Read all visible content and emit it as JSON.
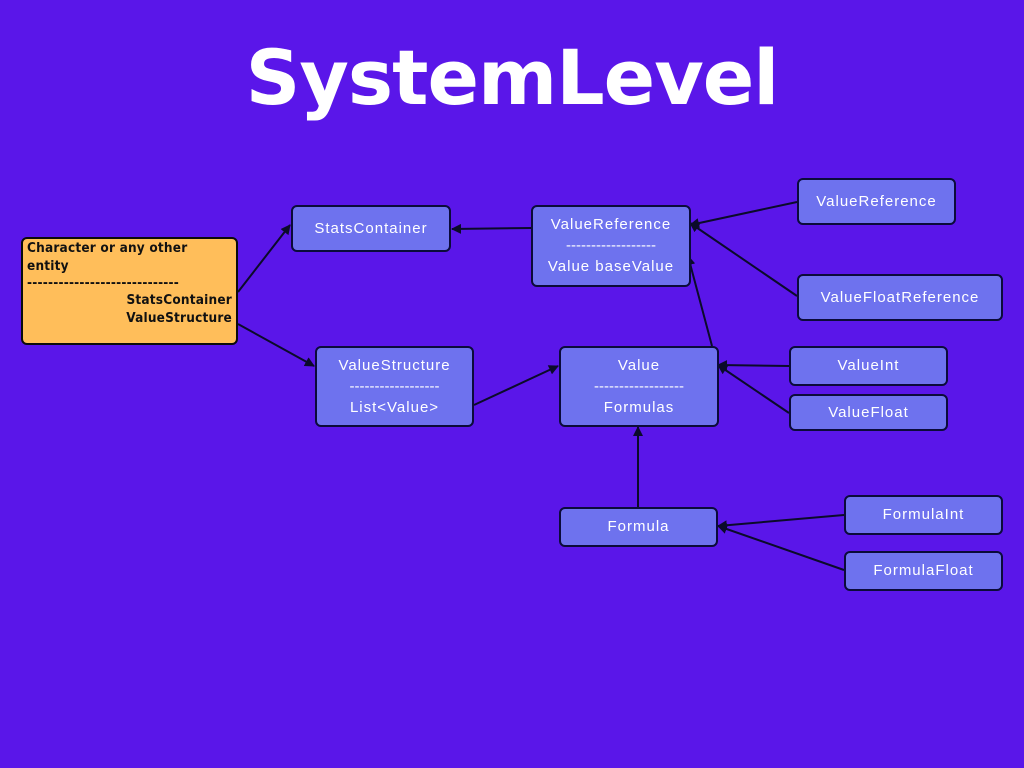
{
  "title": "SystemLevel",
  "colors": {
    "background": "#5a16e9",
    "node_fill": "#6e72ee",
    "node_border": "#0b0b3a",
    "entity_fill": "#ffbe5a",
    "arrow": "#0b0b2a",
    "text_light": "#ffffff",
    "text_dark": "#111111"
  },
  "entity": {
    "line1": "Character or any other",
    "line2": "entity",
    "separator": "-----------------------------",
    "field1": "StatsContainer",
    "field2": "ValueStructure"
  },
  "nodes": {
    "stats_container": {
      "label": "StatsContainer"
    },
    "value_reference": {
      "label": "ValueReference",
      "separator": "------------------",
      "field": "Value baseValue"
    },
    "value_structure": {
      "label": "ValueStructure",
      "separator": "------------------",
      "field": "List<Value>"
    },
    "value": {
      "label": "Value",
      "separator": "------------------",
      "field": "Formulas"
    },
    "formula": {
      "label": "Formula"
    },
    "value_reference_sub": {
      "label": "ValueReference"
    },
    "value_float_reference": {
      "label": "ValueFloatReference"
    },
    "value_int": {
      "label": "ValueInt"
    },
    "value_float": {
      "label": "ValueFloat"
    },
    "formula_int": {
      "label": "FormulaInt"
    },
    "formula_float": {
      "label": "FormulaFloat"
    }
  }
}
